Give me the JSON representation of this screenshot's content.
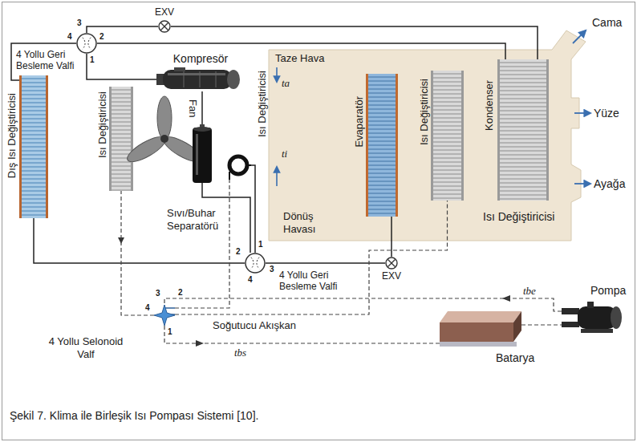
{
  "diagram": {
    "caption": "Şekil 7. Klima ile Birleşik Isı Pompası Sistemi [10].",
    "nodes": [
      {
        "text": [
          "Dış Isı Değiştiricisi"
        ]
      },
      {
        "text": [
          "4 Yollu Geri Besleme Valfi"
        ]
      },
      {
        "text": [
          "EXV"
        ]
      },
      {
        "text": [
          "Kompresör"
        ]
      },
      {
        "text": [
          "Isı Değiştiricisi"
        ]
      },
      {
        "text": [
          "Fan"
        ]
      },
      {
        "text": [
          "Sıvı/Buhar Separatörü"
        ]
      },
      {
        "text": [
          "Isı Değiştiricisi"
        ]
      },
      {
        "text": [
          "Taze Hava",
          "Dönüş Havası"
        ]
      },
      {
        "text": [
          "Evaparatör"
        ],
        "in": 8
      },
      {
        "text": [
          "Isı Değiştiricisi"
        ],
        "in": 8
      },
      {
        "text": [
          "Kondenser"
        ],
        "in": 8
      },
      {
        "text": [
          "4 Yollu Geri Besleme Valfi"
        ]
      },
      {
        "text": [
          "EXV"
        ]
      },
      {
        "text": [
          "Pompa"
        ]
      },
      {
        "text": [
          "4 Yollu Selonoid Valf"
        ]
      },
      {
        "text": [
          "Batarya"
        ]
      }
    ],
    "edges": [
      {
        "from": 1,
        "to": 0,
        "arrow": "none"
      },
      {
        "from": 1,
        "to": 2,
        "arrow": "none"
      },
      {
        "from": 2,
        "to": 11,
        "arrow": "none"
      },
      {
        "from": 1,
        "to": 11,
        "arrow": "none"
      },
      {
        "from": 1,
        "to": 3,
        "arrow": "none"
      },
      {
        "from": 3,
        "to": 6,
        "arrow": "none"
      },
      {
        "from": 6,
        "to": 12,
        "arrow": "none"
      },
      {
        "from": 0,
        "to": 12,
        "arrow": "none"
      },
      {
        "from": 12,
        "to": 7,
        "arrow": "none"
      },
      {
        "from": 12,
        "to": 13,
        "arrow": "none"
      },
      {
        "from": 13,
        "to": 9,
        "arrow": "none"
      },
      {
        "from": 14,
        "to": 15,
        "arrow": "none"
      },
      {
        "from": 15,
        "to": 16,
        "arrow": "none"
      },
      {
        "from": 16,
        "to": 14,
        "arrow": "none"
      },
      {
        "from": 15,
        "to": 4,
        "arrow": "none"
      },
      {
        "from": 15,
        "to": 7,
        "arrow": "none"
      },
      {
        "from": 15,
        "to": 10,
        "arrow": "none"
      }
    ],
    "labels": [
      "3",
      "2",
      "4",
      "1",
      "Cama",
      "Yüze",
      "Ayağa",
      "ta",
      "ti",
      "1",
      "2",
      "3",
      "4",
      "Isı Değiştiricisi",
      "tbe",
      "4",
      "3",
      "2",
      "1",
      "Soğutucu Akışkan",
      "tbs"
    ]
  }
}
